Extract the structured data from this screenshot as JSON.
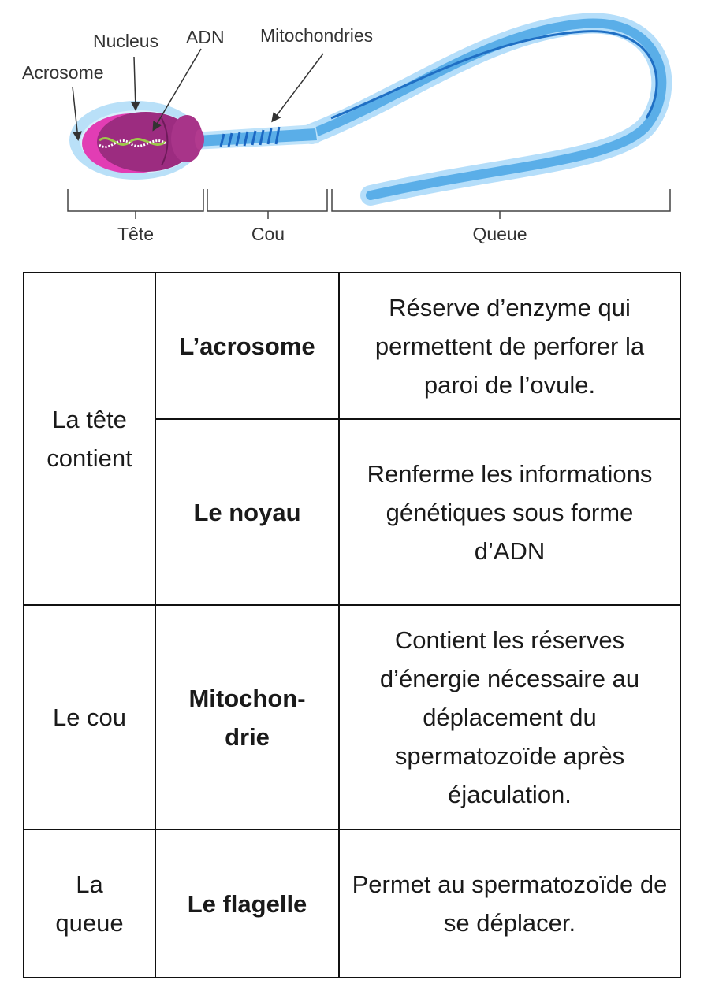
{
  "diagram": {
    "labels": {
      "acrosome": "Acrosome",
      "nucleus": "Nucleus",
      "adn": "ADN",
      "mitochondries": "Mitochondries"
    },
    "sections": {
      "tete": "Tête",
      "cou": "Cou",
      "queue": "Queue"
    },
    "colors": {
      "nucleus": "#9c2c80",
      "acrosome": "#e23db4",
      "membrane": "#a9d9f5",
      "tail": "#2f8fd8"
    }
  },
  "table": {
    "rows": [
      {
        "region": "La tête contient",
        "part": "L’acrosome",
        "role": "Réserve d’enzyme qui permettent de perforer la paroi de l’ovule."
      },
      {
        "part": "Le noyau",
        "role": "Renferme les informations génétiques sous forme d’ADN"
      },
      {
        "region": "Le cou",
        "part": "Mitochon-drie",
        "role": "Contient les réserves d’énergie nécessaire au déplacement du spermatozoïde après éjaculation."
      },
      {
        "region": "La queue",
        "part": "Le flagelle",
        "role": "Permet au spermatozoïde de se déplacer."
      }
    ]
  }
}
